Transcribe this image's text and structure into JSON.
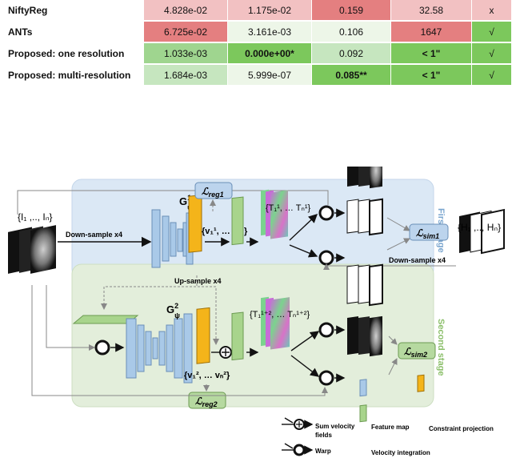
{
  "table": {
    "rows": [
      {
        "method": "NiftyReg",
        "cells": [
          {
            "text": "4.828e-02",
            "color": "#f2c1c2",
            "bold": false
          },
          {
            "text": "1.175e-02",
            "color": "#f2c1c2",
            "bold": false
          },
          {
            "text": "0.159",
            "color": "#e47f80",
            "bold": false
          },
          {
            "text": "32.58",
            "color": "#f2c1c2",
            "bold": false
          },
          {
            "text": "x",
            "color": "#f2c1c2",
            "bold": false
          }
        ]
      },
      {
        "method": "ANTs",
        "cells": [
          {
            "text": "6.725e-02",
            "color": "#e47f80",
            "bold": false
          },
          {
            "text": "3.161e-03",
            "color": "#edf6e8",
            "bold": false
          },
          {
            "text": "0.106",
            "color": "#edf6e8",
            "bold": false
          },
          {
            "text": "1647",
            "color": "#e47f80",
            "bold": false
          },
          {
            "text": "√",
            "color": "#7cc85c",
            "bold": false
          }
        ]
      },
      {
        "method": "Proposed: one resolution",
        "cells": [
          {
            "text": "1.033e-03",
            "color": "#9fd58f",
            "bold": false
          },
          {
            "text": "0.000e+00*",
            "color": "#7cc85c",
            "bold": true
          },
          {
            "text": "0.092",
            "color": "#c6e6bf",
            "bold": false
          },
          {
            "text": "< 1\"",
            "color": "#7cc85c",
            "bold": true
          },
          {
            "text": "√",
            "color": "#7cc85c",
            "bold": false
          }
        ]
      },
      {
        "method": "Proposed: multi-resolution",
        "cells": [
          {
            "text": "1.684e-03",
            "color": "#c6e6bf",
            "bold": false
          },
          {
            "text": "5.999e-07",
            "color": "#edf6e8",
            "bold": false
          },
          {
            "text": "0.085**",
            "color": "#7cc85c",
            "bold": true
          },
          {
            "text": "< 1\"",
            "color": "#7cc85c",
            "bold": true
          },
          {
            "text": "√",
            "color": "#7cc85c",
            "bold": false
          }
        ]
      }
    ]
  },
  "diagram": {
    "input_set": "{I₁ ,.., Iₙ}",
    "label_set": "{H₁ ,.., Hₙ}",
    "downsample_left": "Down-sample x4",
    "downsample_right": "Down-sample x4",
    "upsample": "Up-sample x4",
    "first_stage": "First stage",
    "second_stage": "Second stage",
    "reg1_main": "ℒ",
    "reg1_sub": "reg1",
    "reg2_main": "ℒ",
    "reg2_sub": "reg2",
    "sim1_main": "ℒ",
    "sim1_sub": "sim1",
    "sim2_main": "ℒ",
    "sim2_sub": "sim2",
    "g1_main": "G",
    "g1_sup": "1",
    "g1_sub": "ψ",
    "g2_main": "G",
    "g2_sup": "2",
    "g2_sub": "ψ",
    "v1_label": "{v₁¹, … vₙ¹}",
    "v2_label": "{v₁², … vₙ²}",
    "t1_label": "{T₁¹, … Tₙ¹}",
    "t2_label": "{T₁¹⁺², … Tₙ¹⁺²}"
  },
  "legend": {
    "sum": "Sum velocity",
    "sum2": "fields",
    "feature": "Feature map",
    "constraint": "Constraint projection",
    "warp": "Warp",
    "velocity": "Velocity integration"
  },
  "colors": {
    "stage1_bg": "#dbe8f5",
    "stage2_bg": "#e3eedb",
    "feature": "#a9c9e8",
    "constraint": "#f4b41a",
    "velocity": "#a8d48c",
    "stage1_text": "#7aa6cf",
    "stage2_text": "#8bbf6a"
  }
}
